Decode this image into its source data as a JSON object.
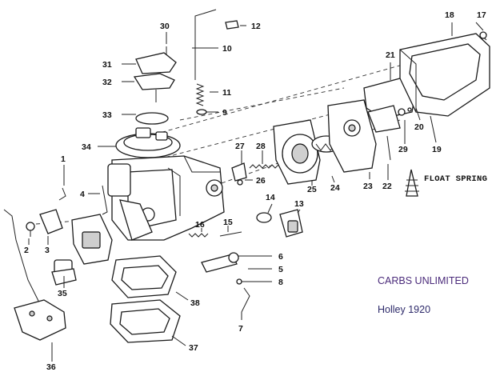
{
  "labels": {
    "float_spring": "FLOAT SPRING",
    "brand": "CARBS UNLIMITED",
    "model": "Holley 1920"
  },
  "callouts": {
    "c1": "1",
    "c2": "2",
    "c3": "3",
    "c4": "4",
    "c5": "5",
    "c6": "6",
    "c7": "7",
    "c8": "8",
    "c9": "9",
    "c10": "10",
    "c11": "11",
    "c12": "12",
    "c13": "13",
    "c14": "14",
    "c15": "15",
    "c16": "16",
    "c17": "17",
    "c18": "18",
    "c19": "19",
    "c20": "20",
    "c21": "21",
    "c22": "22",
    "c23": "23",
    "c24": "24",
    "c25": "25",
    "c26": "26",
    "c27": "27",
    "c28": "28",
    "c29": "29",
    "c30": "30",
    "c31": "31",
    "c32": "32",
    "c33": "33",
    "c34": "34",
    "c35": "35",
    "c36": "36",
    "c37": "37",
    "c38": "38"
  },
  "colors": {
    "brand_text": "#4a2a7a",
    "model_text": "#2d2a6a",
    "ink": "#111111"
  }
}
